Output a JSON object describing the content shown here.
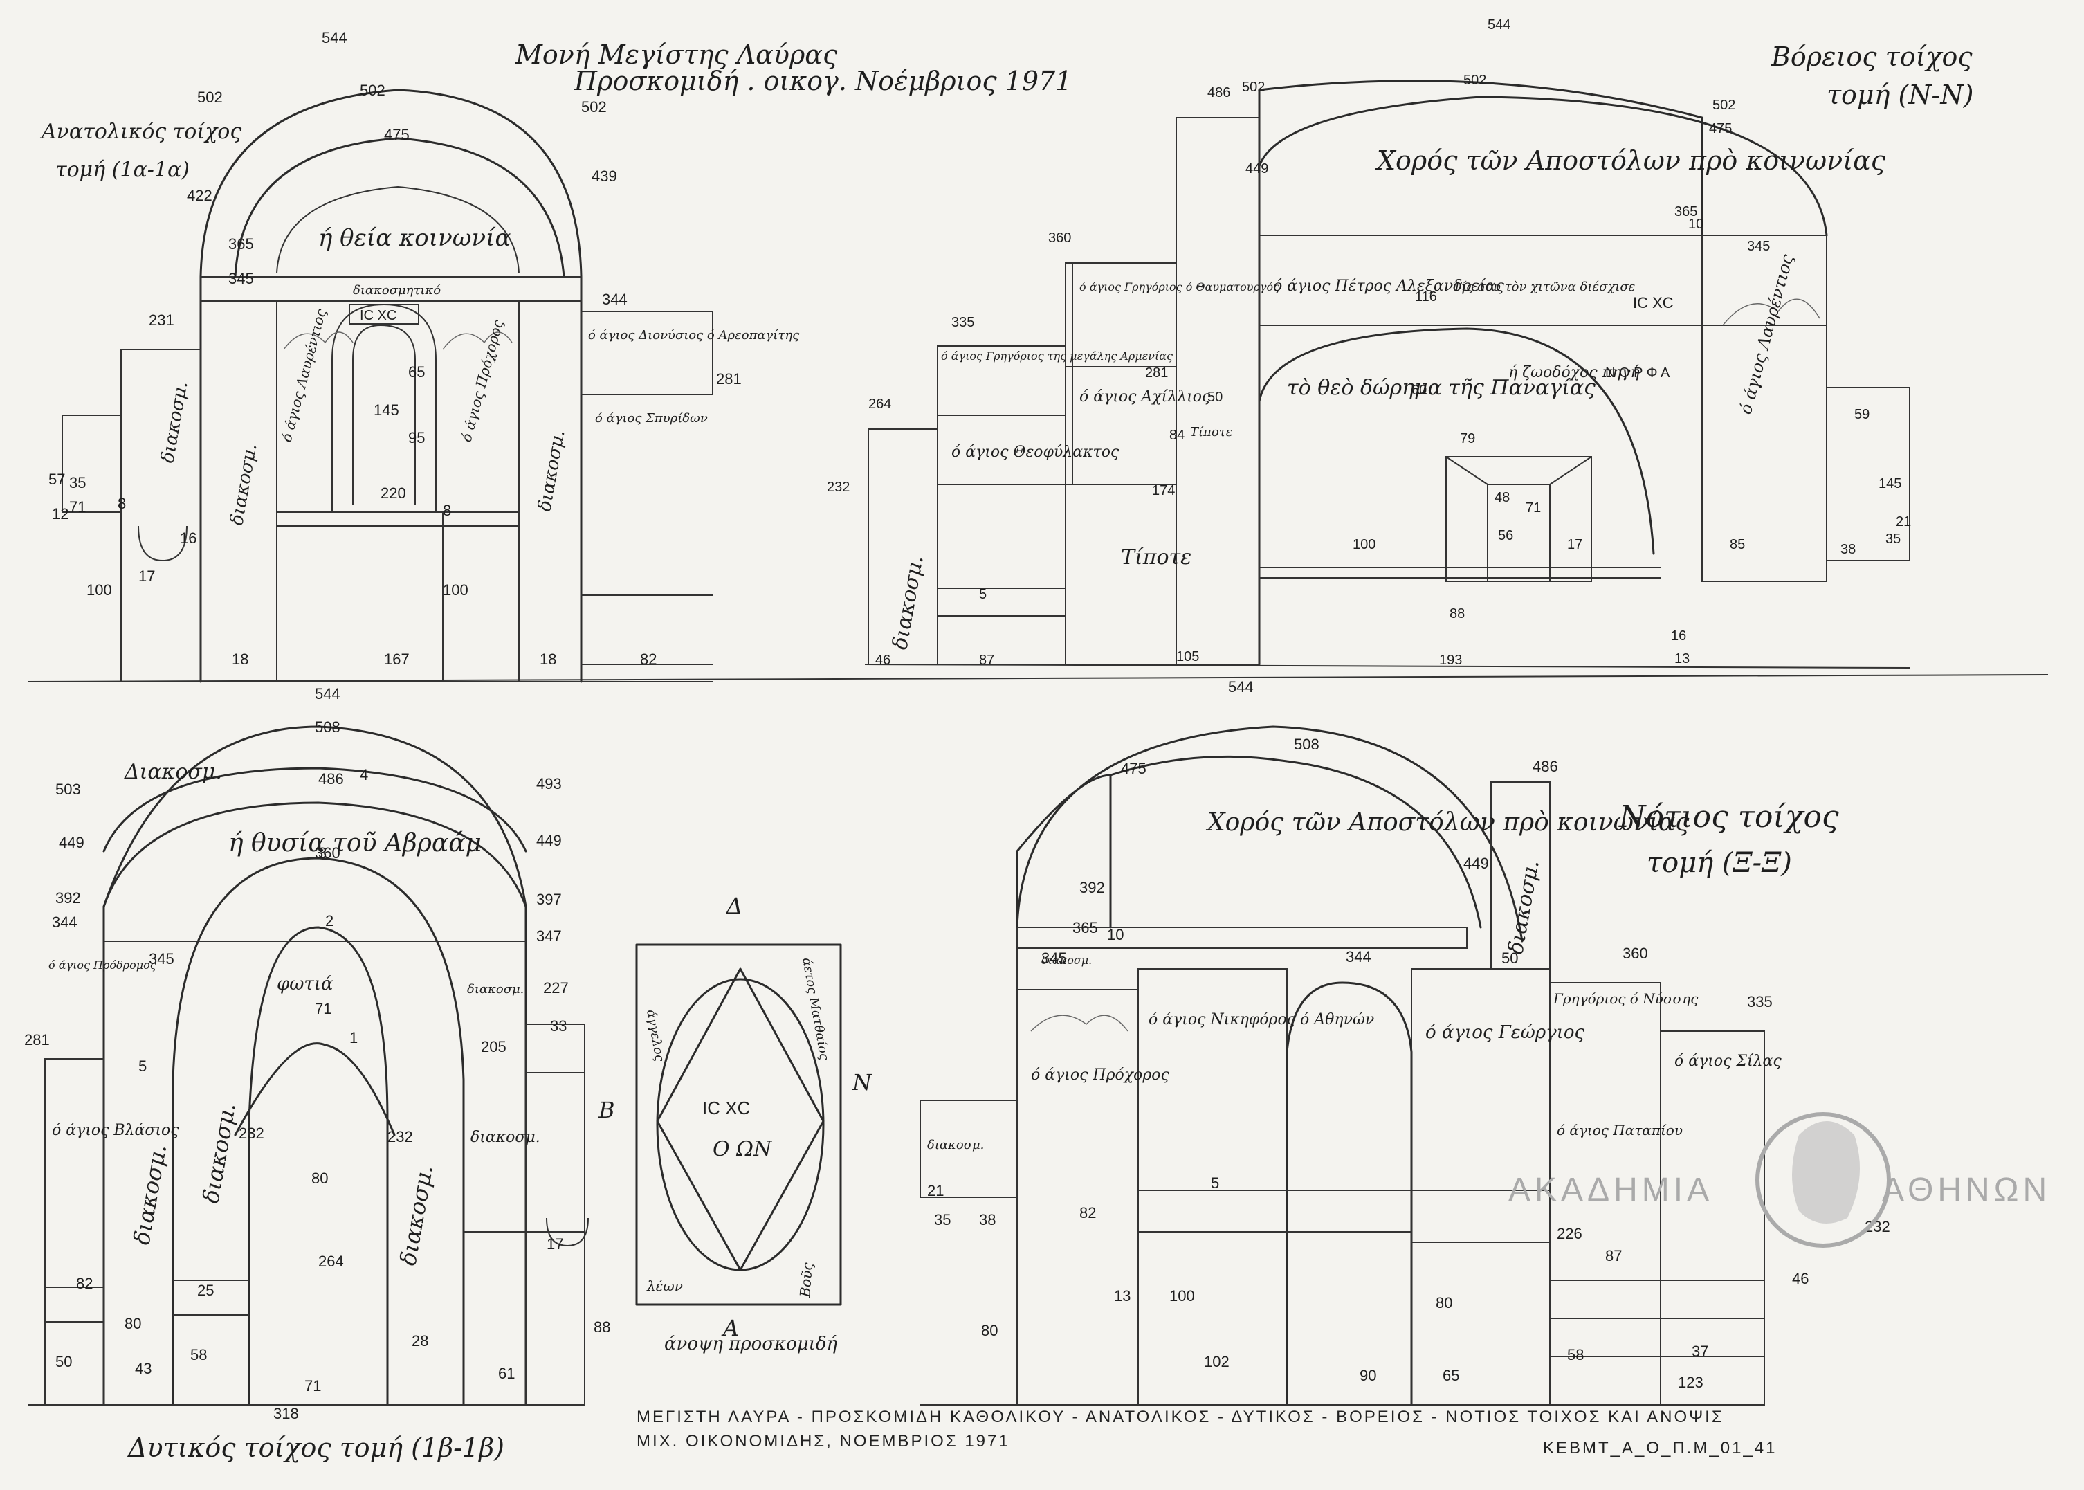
{
  "header": {
    "monastery": "Μονή Μεγίστης Λαύρας",
    "chapel_line": "Προσκομιδή . οικογ. Νοέμβριος 1971",
    "east_title": "Ανατολικός τοίχος",
    "east_section": "τομή (1α-1α)",
    "north_title": "Βόρειος τοίχος",
    "north_section": "τομή (Ν-Ν)",
    "south_title": "Νότιος τοίχος",
    "south_section": "τομή (Ξ-Ξ)",
    "west_title": "Δυτικός τοίχος τομή (1β-1β)"
  },
  "east_wall": {
    "arch_inner": "ή θεία κοινωνία",
    "band": "διακοσμητικό",
    "monogram": "IC XC",
    "left_saint": "ό άγιος Λαυρέντιος",
    "right_saint": "ό άγιος Πρόχορος",
    "deco_left": "διακοσμ.",
    "deco_mid": "διακοσμ.",
    "deco_right": "διακοσμ.",
    "side_panel": "ό άγιος Διονύσιος ό Αρεοπαγίτης",
    "side_panel_low": "ό άγιος Σπυρίδων",
    "dims": [
      "544",
      "502",
      "502",
      "502",
      "475",
      "422",
      "439",
      "365",
      "345",
      "231",
      "281",
      "344",
      "145",
      "95",
      "65",
      "35",
      "220",
      "57",
      "71",
      "16",
      "12",
      "17",
      "100",
      "100",
      "18",
      "167",
      "18",
      "82",
      "8",
      "8"
    ]
  },
  "north_wall": {
    "vault": "Χορός τῶν Αποστόλων πρὸ κοινωνίας",
    "saint_top_1": "ό άγιος Γρηγόριος ό Θαυματουργός",
    "saint_top_2": "ό άγιος Γρηγόριος της μεγάλης Αρμενίας",
    "saint_mid_1": "ό άγιος Θεοφύλακτος",
    "saint_mid_2": "ό άγιος Αχίλλιος",
    "saint_left": "διακοσμ.",
    "ornament": "Τίποτε",
    "ornament_low": "Τίποτε",
    "alexandria": "ό άγιος Πέτρος Αλεξανδρείας",
    "inscription": "Τίς σου τὸν χιτῶνα διέσχισε",
    "monogram": "IC XC",
    "panagia": "τὸ θεὸ δώρημα τῆς Παναγίας",
    "spring": "ή ζωοδόχος πηγή",
    "nymph": "Ν Ο Ρ Φ Α",
    "right_saint": "ό άγιος Λαυρέντιος",
    "dims": [
      "544",
      "502",
      "486",
      "502",
      "449",
      "475",
      "502",
      "365",
      "360",
      "345",
      "335",
      "264",
      "232",
      "281",
      "116",
      "60",
      "50",
      "84",
      "174",
      "79",
      "48",
      "71",
      "56",
      "100",
      "17",
      "88",
      "85",
      "38",
      "59",
      "145",
      "21",
      "35",
      "46",
      "87",
      "105",
      "193",
      "16",
      "13",
      "10",
      "5"
    ]
  },
  "west_wall": {
    "arch_band": "ή θυσία τοῦ Αβραάμ",
    "arch_top": "Διακοσμ.",
    "arch_inner": "φωτιά",
    "left_col_top": "ό άγιος Πρόδρομος",
    "left_col": "ό άγιος Βλάσιος",
    "deco_1": "διακοσμ.",
    "deco_2": "διακοσμ.",
    "deco_3": "διακοσμ.",
    "deco_4": "διακοσμ.",
    "deco_right": "διακοσμ.",
    "dims": [
      "544",
      "508",
      "503",
      "493",
      "486",
      "449",
      "449",
      "392",
      "397",
      "360",
      "344",
      "345",
      "347",
      "281",
      "227",
      "205",
      "33",
      "232",
      "232",
      "80",
      "264",
      "71",
      "25",
      "82",
      "80",
      "58",
      "43",
      "50",
      "28",
      "71",
      "61",
      "318",
      "17",
      "88",
      "5",
      "4",
      "3",
      "2",
      "1"
    ]
  },
  "ceiling": {
    "top": "Δ",
    "bottom": "Α",
    "left": "Β",
    "right": "Ν",
    "monogram_1": "IC XC",
    "monogram_2": "Ο ΩΝ",
    "tl": "άγγελος",
    "tr": "άετος Ματθαίος",
    "bl": "λέων",
    "br": "Βοῦς",
    "title": "άνοψη προσκομιδή"
  },
  "south_wall": {
    "vault": "Χορός τῶν Αποστόλων πρὸ κοινωνίας",
    "deco_band": "διακοσμ.",
    "deco_right": "διακοσμ.",
    "deco_left": "διακοσμ.",
    "prochoros": "ό άγιος Πρόχορος",
    "nikephoros": "ό άγιος Νικηφόρος ό Αθηνών",
    "georgios": "ό άγιος Γεώργιος",
    "gregorios": "Γρηγόριος ό Νύσσης",
    "silas": "ό άγιος Σίλας",
    "patapios": "ό άγιος Παταπίου",
    "dims": [
      "544",
      "508",
      "475",
      "486",
      "449",
      "392",
      "365",
      "360",
      "344",
      "345",
      "335",
      "10",
      "50",
      "21",
      "35",
      "38",
      "82",
      "13",
      "100",
      "80",
      "102",
      "90",
      "65",
      "80",
      "58",
      "226",
      "87",
      "37",
      "123",
      "46",
      "232",
      "5"
    ]
  },
  "caption": {
    "line1": "ΜΕΓΙΣΤΗ ΛΑΥΡΑ - ΠΡΟΣΚΟΜΙΔΗ ΚΑΘΟΛΙΚΟΥ - ΑΝΑΤΟΛΙΚΟΣ - ΔΥΤΙΚΟΣ - ΒΟΡΕΙΟΣ - ΝΟΤΙΟΣ ΤΟΙΧΟΣ ΚΑΙ ΑΝΟΨΙΣ",
    "line2": "ΜΙΧ. ΟΙΚΟΝΟΜΙΔΗΣ, ΝΟΕΜΒΡΙΟΣ 1971",
    "archive_code": "ΚΕΒΜΤ_Α_Ο_Π.Μ_01_41"
  },
  "stamp": {
    "left": "ΑΚΑΔΗΜΙΑ",
    "right": "ΑΘΗΝΩΝ"
  }
}
